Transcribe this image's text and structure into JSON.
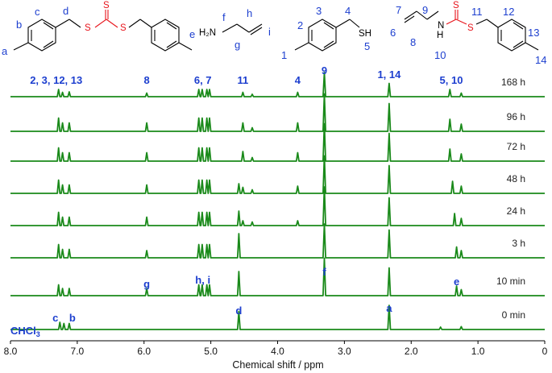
{
  "chart_data": {
    "type": "line",
    "xlabel": "Chemical shift / ppm",
    "xlim": [
      8.0,
      0.0
    ],
    "xticks": [
      "8.0",
      "7.0",
      "6.0",
      "5.0",
      "4.0",
      "3.0",
      "2.0",
      "1.0",
      "0"
    ],
    "spectra": [
      {
        "label": "168 h",
        "peaks": [
          [
            7.28,
            0.3
          ],
          [
            7.22,
            0.18
          ],
          [
            7.12,
            0.2
          ],
          [
            5.96,
            0.15
          ],
          [
            5.18,
            0.3
          ],
          [
            5.13,
            0.3
          ],
          [
            5.06,
            0.3
          ],
          [
            5.02,
            0.3
          ],
          [
            4.52,
            0.18
          ],
          [
            4.38,
            0.1
          ],
          [
            3.7,
            0.18
          ],
          [
            3.3,
            1.0
          ],
          [
            2.33,
            0.55
          ],
          [
            1.42,
            0.3
          ],
          [
            1.25,
            0.15
          ]
        ]
      },
      {
        "label": "96 h",
        "peaks": [
          [
            7.28,
            0.55
          ],
          [
            7.22,
            0.35
          ],
          [
            7.12,
            0.35
          ],
          [
            5.96,
            0.35
          ],
          [
            5.18,
            0.55
          ],
          [
            5.13,
            0.55
          ],
          [
            5.06,
            0.55
          ],
          [
            5.02,
            0.55
          ],
          [
            4.52,
            0.35
          ],
          [
            4.38,
            0.15
          ],
          [
            3.7,
            0.35
          ],
          [
            3.3,
            1.55
          ],
          [
            2.33,
            1.15
          ],
          [
            1.42,
            0.5
          ],
          [
            1.25,
            0.3
          ]
        ]
      },
      {
        "label": "72 h",
        "peaks": [
          [
            7.28,
            0.55
          ],
          [
            7.22,
            0.35
          ],
          [
            7.12,
            0.35
          ],
          [
            5.96,
            0.35
          ],
          [
            5.18,
            0.55
          ],
          [
            5.13,
            0.55
          ],
          [
            5.06,
            0.55
          ],
          [
            5.02,
            0.55
          ],
          [
            4.52,
            0.4
          ],
          [
            4.38,
            0.15
          ],
          [
            3.7,
            0.35
          ],
          [
            3.3,
            1.55
          ],
          [
            2.33,
            1.15
          ],
          [
            1.42,
            0.5
          ],
          [
            1.25,
            0.3
          ]
        ]
      },
      {
        "label": "48 h",
        "peaks": [
          [
            7.28,
            0.55
          ],
          [
            7.22,
            0.35
          ],
          [
            7.12,
            0.35
          ],
          [
            5.96,
            0.35
          ],
          [
            5.18,
            0.55
          ],
          [
            5.13,
            0.55
          ],
          [
            5.06,
            0.55
          ],
          [
            5.02,
            0.55
          ],
          [
            4.58,
            0.4
          ],
          [
            4.52,
            0.25
          ],
          [
            4.38,
            0.15
          ],
          [
            3.7,
            0.3
          ],
          [
            3.3,
            1.55
          ],
          [
            2.33,
            1.15
          ],
          [
            1.38,
            0.5
          ],
          [
            1.25,
            0.3
          ]
        ]
      },
      {
        "label": "24 h",
        "peaks": [
          [
            7.28,
            0.55
          ],
          [
            7.22,
            0.35
          ],
          [
            7.12,
            0.35
          ],
          [
            5.96,
            0.35
          ],
          [
            5.18,
            0.55
          ],
          [
            5.13,
            0.55
          ],
          [
            5.06,
            0.55
          ],
          [
            5.02,
            0.55
          ],
          [
            4.58,
            0.6
          ],
          [
            4.52,
            0.2
          ],
          [
            4.38,
            0.15
          ],
          [
            3.7,
            0.2
          ],
          [
            3.3,
            1.6
          ],
          [
            2.33,
            1.15
          ],
          [
            1.35,
            0.5
          ],
          [
            1.25,
            0.3
          ]
        ]
      },
      {
        "label": "3 h",
        "peaks": [
          [
            7.28,
            0.55
          ],
          [
            7.22,
            0.35
          ],
          [
            7.12,
            0.35
          ],
          [
            5.96,
            0.3
          ],
          [
            5.18,
            0.55
          ],
          [
            5.13,
            0.55
          ],
          [
            5.06,
            0.55
          ],
          [
            5.02,
            0.55
          ],
          [
            4.58,
            1.0
          ],
          [
            3.3,
            1.4
          ],
          [
            2.33,
            1.15
          ],
          [
            1.32,
            0.45
          ],
          [
            1.25,
            0.3
          ]
        ]
      },
      {
        "label": "10 min",
        "peaks": [
          [
            7.28,
            0.45
          ],
          [
            7.22,
            0.3
          ],
          [
            7.12,
            0.3
          ],
          [
            5.96,
            0.3
          ],
          [
            5.18,
            0.45
          ],
          [
            5.13,
            0.45
          ],
          [
            5.06,
            0.45
          ],
          [
            5.02,
            0.45
          ],
          [
            4.58,
            1.0
          ],
          [
            3.3,
            1.55
          ],
          [
            2.33,
            1.15
          ],
          [
            1.32,
            0.4
          ],
          [
            1.25,
            0.25
          ]
        ]
      },
      {
        "label": "0 min",
        "peaks": [
          [
            7.26,
            0.3
          ],
          [
            7.2,
            0.25
          ],
          [
            7.12,
            0.25
          ],
          [
            4.58,
            0.75
          ],
          [
            2.33,
            1.0
          ],
          [
            1.56,
            0.1
          ],
          [
            1.25,
            0.12
          ]
        ]
      }
    ],
    "peak_labels": [
      {
        "text": "2, 3, 12, 13",
        "ppm": 7.25
      },
      {
        "text": "8",
        "ppm": 5.96
      },
      {
        "text": "6, 7",
        "ppm": 5.12
      },
      {
        "text": "11",
        "ppm": 4.52
      },
      {
        "text": "4",
        "ppm": 3.7
      },
      {
        "text": "9",
        "ppm": 3.3
      },
      {
        "text": "1, 14",
        "ppm": 2.33
      },
      {
        "text": "5, 10",
        "ppm": 1.4
      },
      {
        "text": "g",
        "ppm": 5.96
      },
      {
        "text": "h, i",
        "ppm": 5.12
      },
      {
        "text": "f",
        "ppm": 3.3
      },
      {
        "text": "e",
        "ppm": 1.32
      },
      {
        "text": "c",
        "ppm": 7.28
      },
      {
        "text": "b",
        "ppm": 7.12
      },
      {
        "text": "d",
        "ppm": 4.58
      },
      {
        "text": "a",
        "ppm": 2.33
      }
    ],
    "solvent_label": "CHCl3",
    "colors": {
      "spectrum": "#1a8a1a",
      "label": "#1d3fcf",
      "sulfur_red": "#e8141b"
    }
  },
  "structures": {
    "atoms": {
      "s": "S",
      "sh": "SH",
      "nh": "H",
      "n": "N",
      "h2n": "H₂N"
    },
    "letters": [
      "a",
      "b",
      "c",
      "d",
      "e",
      "f",
      "g",
      "h",
      "i"
    ],
    "numbers": [
      "1",
      "2",
      "3",
      "4",
      "5",
      "6",
      "7",
      "8",
      "9",
      "10",
      "11",
      "12",
      "13",
      "14"
    ]
  }
}
